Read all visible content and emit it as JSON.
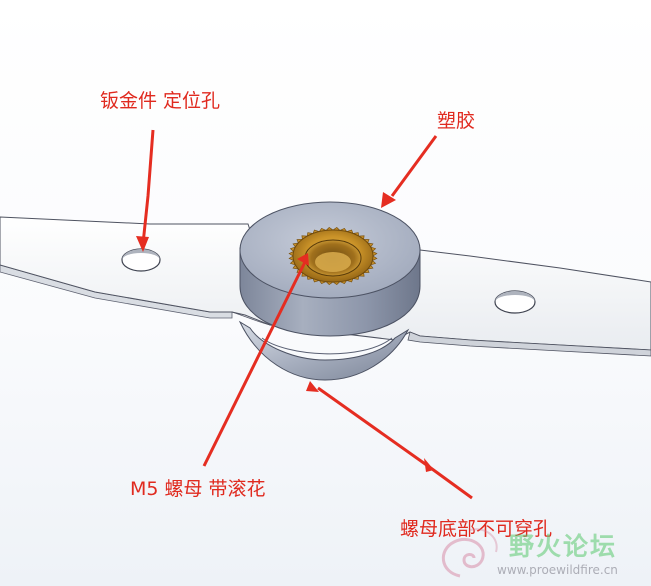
{
  "labels": {
    "sheet_metal_hole": "钣金件 定位孔",
    "plastic": "塑胶",
    "nut": "M5 螺母 带滚花",
    "nut_bottom": "螺母底部不可穿孔"
  },
  "watermark": {
    "site_name": "野火论坛",
    "url": "www.proewildfire.cn",
    "logo_icon": "swirl-logo-icon"
  },
  "colors": {
    "arrow": "#e52d21",
    "label": "#e02a1f",
    "plastic_top": "#aeb6c6",
    "plastic_side": "#8f98ad",
    "sheet_metal": "#f4f5f7",
    "insert": "#c8912a"
  }
}
